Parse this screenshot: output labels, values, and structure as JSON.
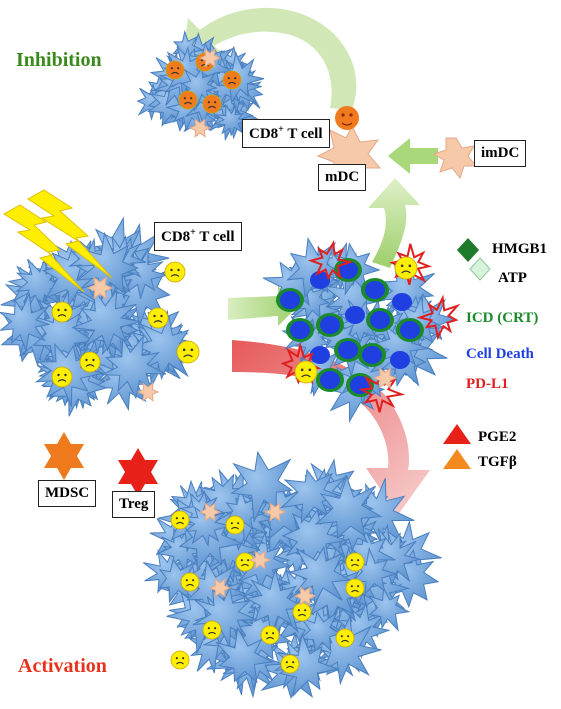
{
  "title_inhibition": "Inhibition",
  "title_activation": "Activation",
  "labels": {
    "cd8_top_prefix": "CD8",
    "cd8_top_sup": "+",
    "cd8_top_suffix": " T cell",
    "cd8_left_prefix": "CD8",
    "cd8_left_sup": "+",
    "cd8_left_suffix": " T cell",
    "mdc": "mDC",
    "imdc": "imDC",
    "mdsc": "MDSC",
    "treg": "Treg"
  },
  "legend": {
    "hmgb1": "HMGB1",
    "atp": "ATP",
    "icd": "ICD (CRT)",
    "cell_death": "Cell Death",
    "pdl1": "PD-L1",
    "pge2": "PGE2",
    "tgfb": "TGFβ"
  },
  "colors": {
    "inhibition_green": "#3a8a1e",
    "activation_red": "#e8331c",
    "tumor_blue": "#6fa8dc",
    "cell_death_blue": "#1f3fe0",
    "icd_green": "#1a8a2a",
    "pdl1_red": "#e02020",
    "tcell_yellow": "#ffee00",
    "tcell_orange": "#f07a1e",
    "dc_peach": "#f6c9a8",
    "arrow_green": "#b6dc8e",
    "arrow_red": "#e87070",
    "lightning": "#ffee00"
  },
  "icons": [
    "lightning-icon",
    "tumor-cell-icon",
    "t-cell-face-icon",
    "dendritic-cell-icon",
    "hmgb1-diamond-icon",
    "atp-diamond-icon",
    "pge2-triangle-icon",
    "tgfb-triangle-icon",
    "mdsc-star-icon",
    "treg-star-icon"
  ]
}
